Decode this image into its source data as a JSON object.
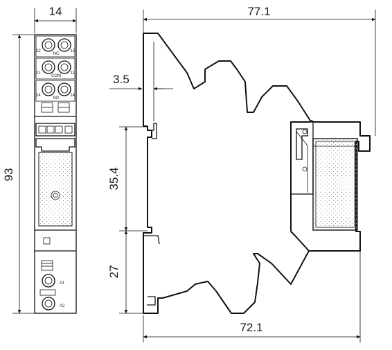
{
  "dimensions": {
    "front_width": "14",
    "height": "93",
    "total_width": "77.1",
    "flange": "3.5",
    "rail_section": "35.4",
    "lower_section": "27",
    "base_width": "72.1"
  },
  "terminals": {
    "row1": {
      "left": "22",
      "mid": "NC",
      "right": "12"
    },
    "row2": {
      "left": "21",
      "mid": "COM",
      "right": "11"
    },
    "row3": {
      "left": "24",
      "mid": "NO",
      "right": "14"
    },
    "coil1": "A1",
    "coil2": "A2"
  }
}
